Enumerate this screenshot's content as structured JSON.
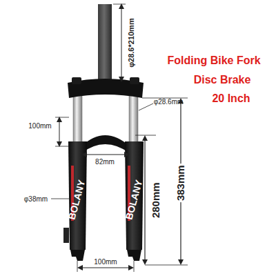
{
  "diagram": {
    "labels": [
      "φ28.6*210mm",
      "Folding Bike Fork",
      "Disc Brake",
      "20 Inch",
      "φ28.6mm",
      "100mm",
      "82mm",
      "BOLANY",
      "BOLANY",
      "φ38mm",
      "280mm",
      "383mm",
      "100mm"
    ]
  }
}
